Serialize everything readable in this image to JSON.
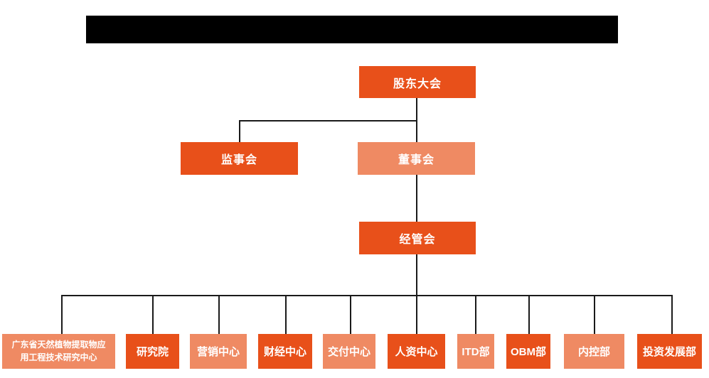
{
  "colors": {
    "primary": "#E8501A",
    "secondary": "#EF8A63",
    "line": "#1A1A1A",
    "redacted": "#000000",
    "text": "#FFFFFF",
    "background": "#FFFFFF"
  },
  "header": {
    "redacted_title_present": "true"
  },
  "org_chart": {
    "type": "org-chart",
    "root": {
      "label": "股东大会",
      "tone": "primary"
    },
    "level2": [
      {
        "label": "监事会",
        "tone": "primary",
        "parent": "股东大会"
      },
      {
        "label": "董事会",
        "tone": "secondary",
        "parent": "股东大会"
      }
    ],
    "level3": {
      "label": "经管会",
      "tone": "primary",
      "parent": "董事会"
    },
    "departments": [
      {
        "label": "广东省天然植物提取物应用工程技术研究中心",
        "tone": "secondary",
        "parent": "经管会"
      },
      {
        "label": "研究院",
        "tone": "primary",
        "parent": "经管会"
      },
      {
        "label": "营销中心",
        "tone": "secondary",
        "parent": "经管会"
      },
      {
        "label": "财经中心",
        "tone": "primary",
        "parent": "经管会"
      },
      {
        "label": "交付中心",
        "tone": "secondary",
        "parent": "经管会"
      },
      {
        "label": "人资中心",
        "tone": "primary",
        "parent": "经管会"
      },
      {
        "label": "ITD部",
        "tone": "secondary",
        "parent": "经管会"
      },
      {
        "label": "OBM部",
        "tone": "primary",
        "parent": "经管会"
      },
      {
        "label": "内控部",
        "tone": "secondary",
        "parent": "经管会"
      },
      {
        "label": "投资发展部",
        "tone": "primary",
        "parent": "经管会"
      }
    ]
  }
}
